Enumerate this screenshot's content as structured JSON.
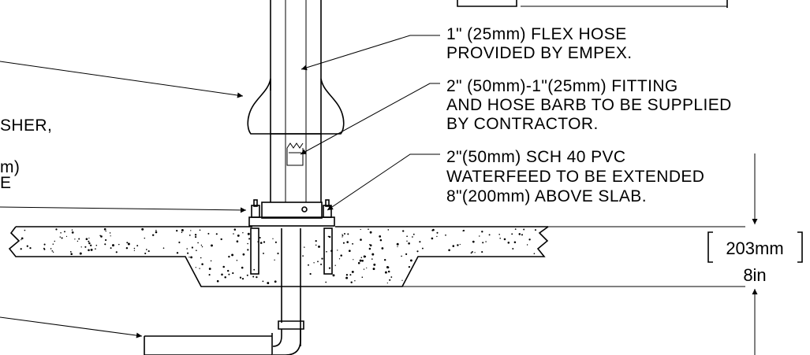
{
  "callouts": {
    "flex_hose": {
      "line1": "1\" (25mm) FLEX HOSE",
      "line2": "PROVIDED BY EMPEX."
    },
    "fitting": {
      "line1": "2\" (50mm)-1\"(25mm) FITTING",
      "line2": "AND HOSE BARB TO BE SUPPLIED",
      "line3": "BY CONTRACTOR."
    },
    "waterfeed": {
      "line1": "2\"(50mm) SCH 40 PVC",
      "line2": "WATERFEED TO BE EXTENDED",
      "line3": "8\"(200mm) ABOVE SLAB."
    },
    "left_partial": {
      "line1": "SHER,",
      "line2": "m)",
      "line3": "E"
    }
  },
  "dimension": {
    "metric": "203mm",
    "imperial": "8in"
  }
}
